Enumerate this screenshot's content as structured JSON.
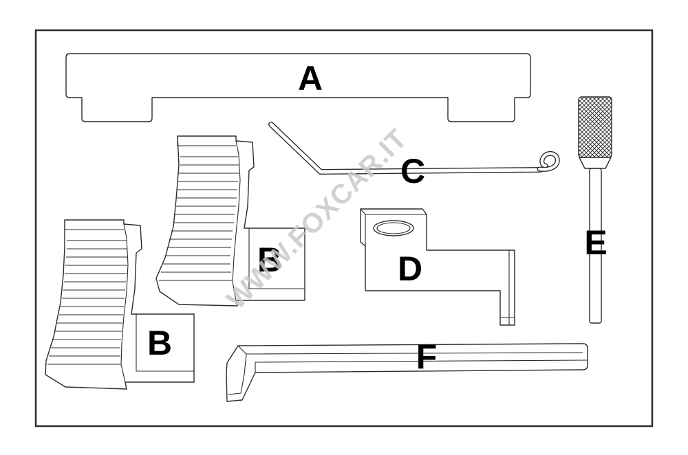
{
  "labels": {
    "a": "A",
    "b1": "B",
    "b2": "B",
    "c": "C",
    "d": "D",
    "e": "E",
    "f": "F"
  },
  "watermark": "WWW.FOXCAR.IT",
  "colors": {
    "outline": "#2b2b2b",
    "label": "#000000",
    "watermark": "#c9c9c9",
    "background": "#ffffff"
  }
}
